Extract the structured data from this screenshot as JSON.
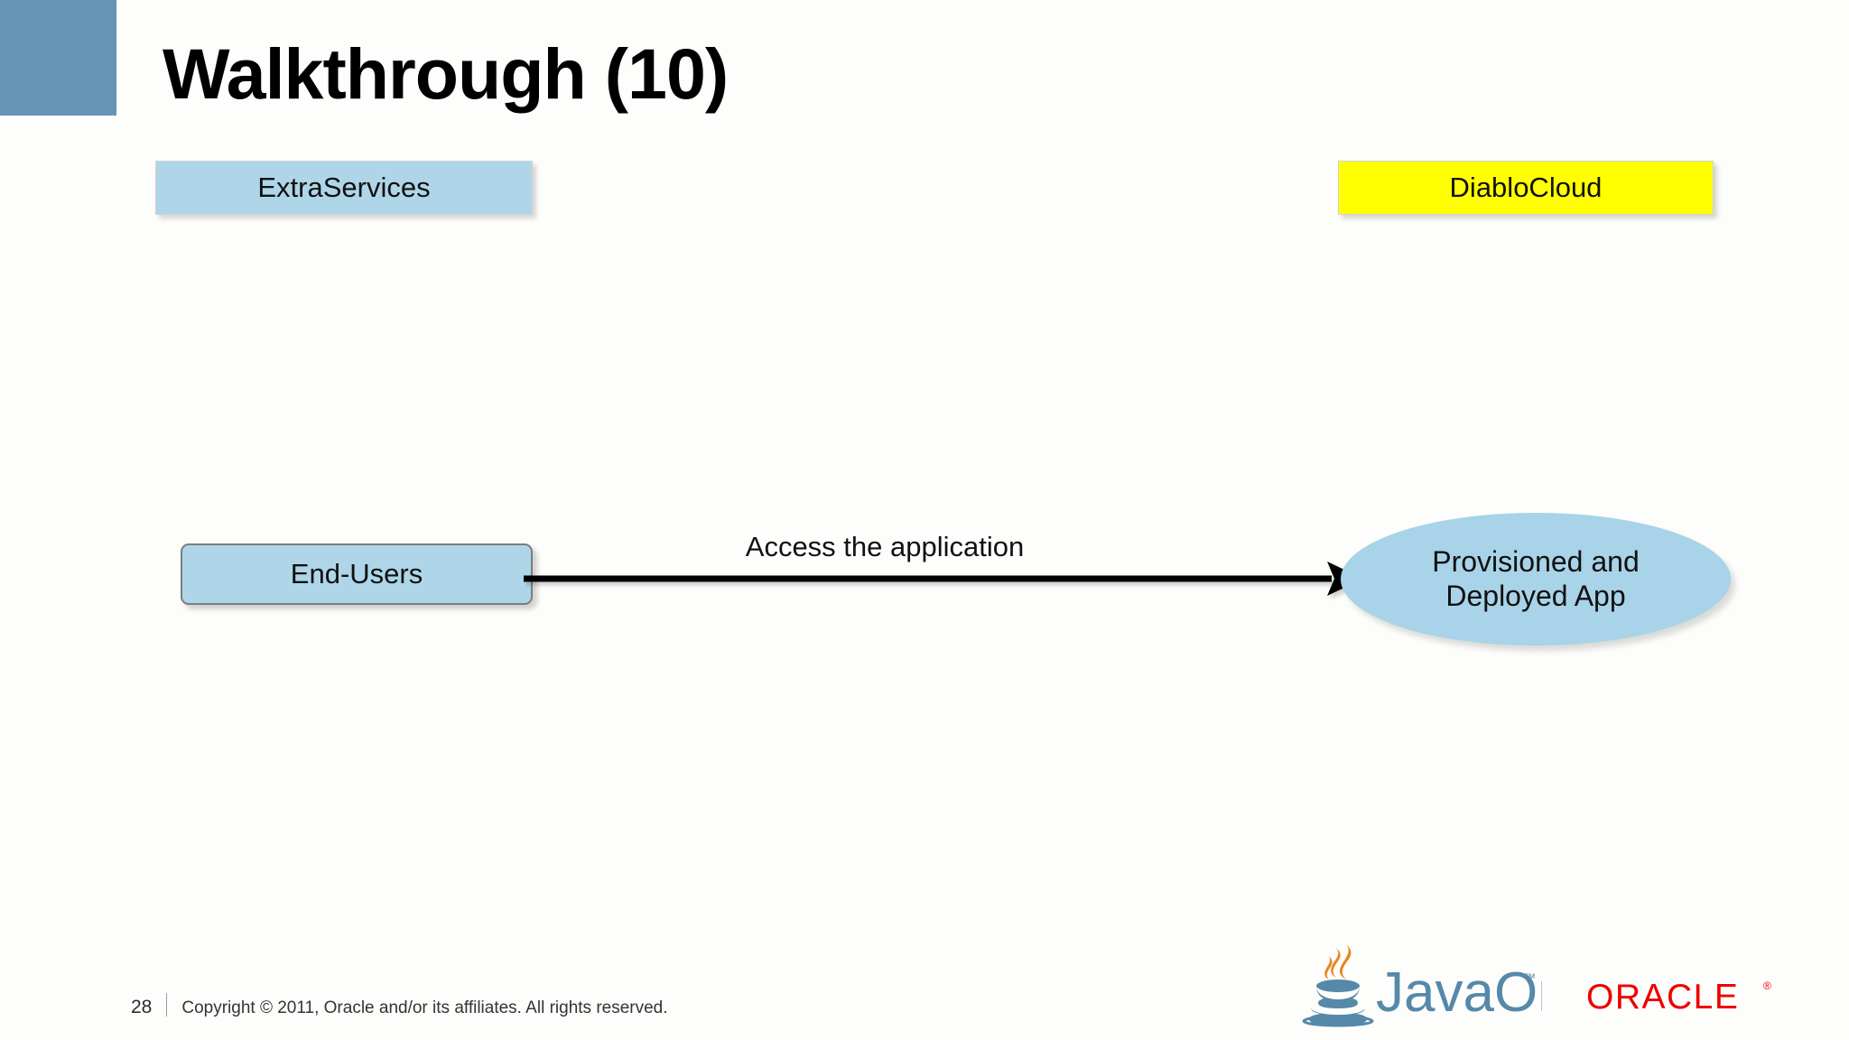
{
  "slide": {
    "title": "Walkthrough (10)",
    "background_color": "#fdfefb",
    "accent_block_color": "#6694b4"
  },
  "diagram": {
    "nodes": [
      {
        "id": "extraservices",
        "label": "ExtraServices",
        "shape": "rectangle",
        "fill": "#aed6e8",
        "border": "#d2d2d2"
      },
      {
        "id": "diablocloud",
        "label": "DiabloCloud",
        "shape": "rectangle",
        "fill": "#ffff00",
        "border": "#d2d2d2"
      },
      {
        "id": "end-users",
        "label": "End-Users",
        "shape": "rounded-rectangle",
        "fill": "#aed6e8",
        "border": "#7d7d7d"
      },
      {
        "id": "provisioned-app",
        "label_line1": "Provisioned and",
        "label_line2": "Deployed App",
        "shape": "ellipse",
        "fill": "#a8d3e8",
        "border": "none"
      }
    ],
    "edges": [
      {
        "id": "access-edge",
        "from": "end-users",
        "to": "provisioned-app",
        "label": "Access the application",
        "style": "solid-arrow",
        "color": "#000000"
      }
    ]
  },
  "footer": {
    "page_number": "28",
    "copyright": "Copyright © 2011, Oracle and/or its affiliates. All rights reserved."
  },
  "logos": {
    "javaone": {
      "wordmark": "JavaOne",
      "trademark": "™",
      "text_color": "#5689a9",
      "steam_color": "#e8851e"
    },
    "oracle": {
      "wordmark": "ORACLE",
      "registered": "®",
      "color": "#ee0000"
    }
  }
}
